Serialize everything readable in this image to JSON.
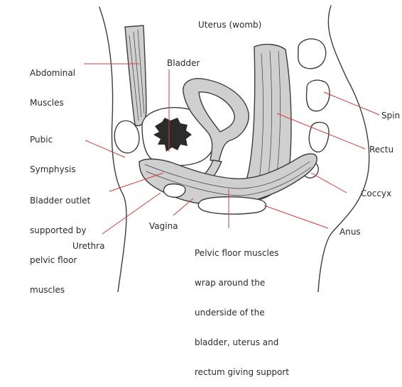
{
  "labels": {
    "uterus": "Uterus (womb)",
    "abdominal": [
      "Abdominal",
      "Muscles"
    ],
    "bladder": "Bladder",
    "pubic": [
      "Pubic",
      "Symphysis"
    ],
    "bladder_outlet": [
      "Bladder outlet",
      "supported by",
      "pelvic floor",
      "muscles"
    ],
    "vagina": "Vagina",
    "urethra": "Urethra",
    "pelvic_floor": [
      "Pelvic floor muscles",
      "wrap around the",
      "underside of the",
      "bladder, uterus and",
      "rectum giving support"
    ],
    "anus": "Anus",
    "coccyx": "Coccyx",
    "spine": "Spin",
    "rectum": "Rectu"
  },
  "colors": {
    "leader_line": "#d93b3b",
    "outline": "#3d3d3d",
    "tissue": "#cfcfcf",
    "bladder_contents": "#2b2b2b"
  }
}
